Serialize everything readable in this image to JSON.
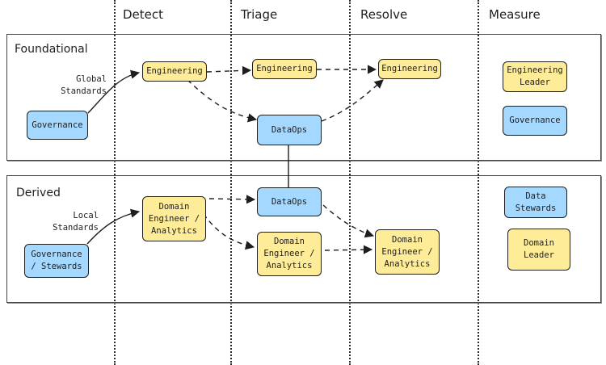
{
  "columns": {
    "detect": "Detect",
    "triage": "Triage",
    "resolve": "Resolve",
    "measure": "Measure"
  },
  "sections": {
    "foundational": "Foundational",
    "derived": "Derived"
  },
  "labels": {
    "global_standards": "Global\nStandards",
    "local_standards": "Local\nStandards"
  },
  "nodes": {
    "f_governance": "Governance",
    "f_detect_engineering": "Engineering",
    "f_triage_engineering": "Engineering",
    "f_resolve_engineering": "Engineering",
    "f_dataops": "DataOps",
    "f_engineering_leader": "Engineering\nLeader",
    "f_measure_governance": "Governance",
    "d_governance_stewards": "Governance\n/ Stewards",
    "d_detect_domain": "Domain\nEngineer /\nAnalytics",
    "d_dataops": "DataOps",
    "d_triage_domain": "Domain\nEngineer /\nAnalytics",
    "d_resolve_domain": "Domain\nEngineer /\nAnalytics",
    "d_data_stewards": "Data\nStewards",
    "d_domain_leader": "Domain\nLeader"
  },
  "colors": {
    "yellow": "#ffec99",
    "blue": "#a5d8ff",
    "stroke": "#1e1e1e"
  }
}
